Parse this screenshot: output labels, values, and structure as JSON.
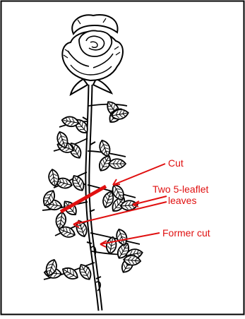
{
  "labels": {
    "cut": "Cut",
    "two_leaflet_line1": "Two 5-leaflet",
    "two_leaflet_line2": "leaves",
    "former_cut": "Former cut"
  },
  "colors": {
    "annotation": "#e01010",
    "ink": "#000000",
    "frame": "#000000",
    "background": "#ffffff"
  }
}
